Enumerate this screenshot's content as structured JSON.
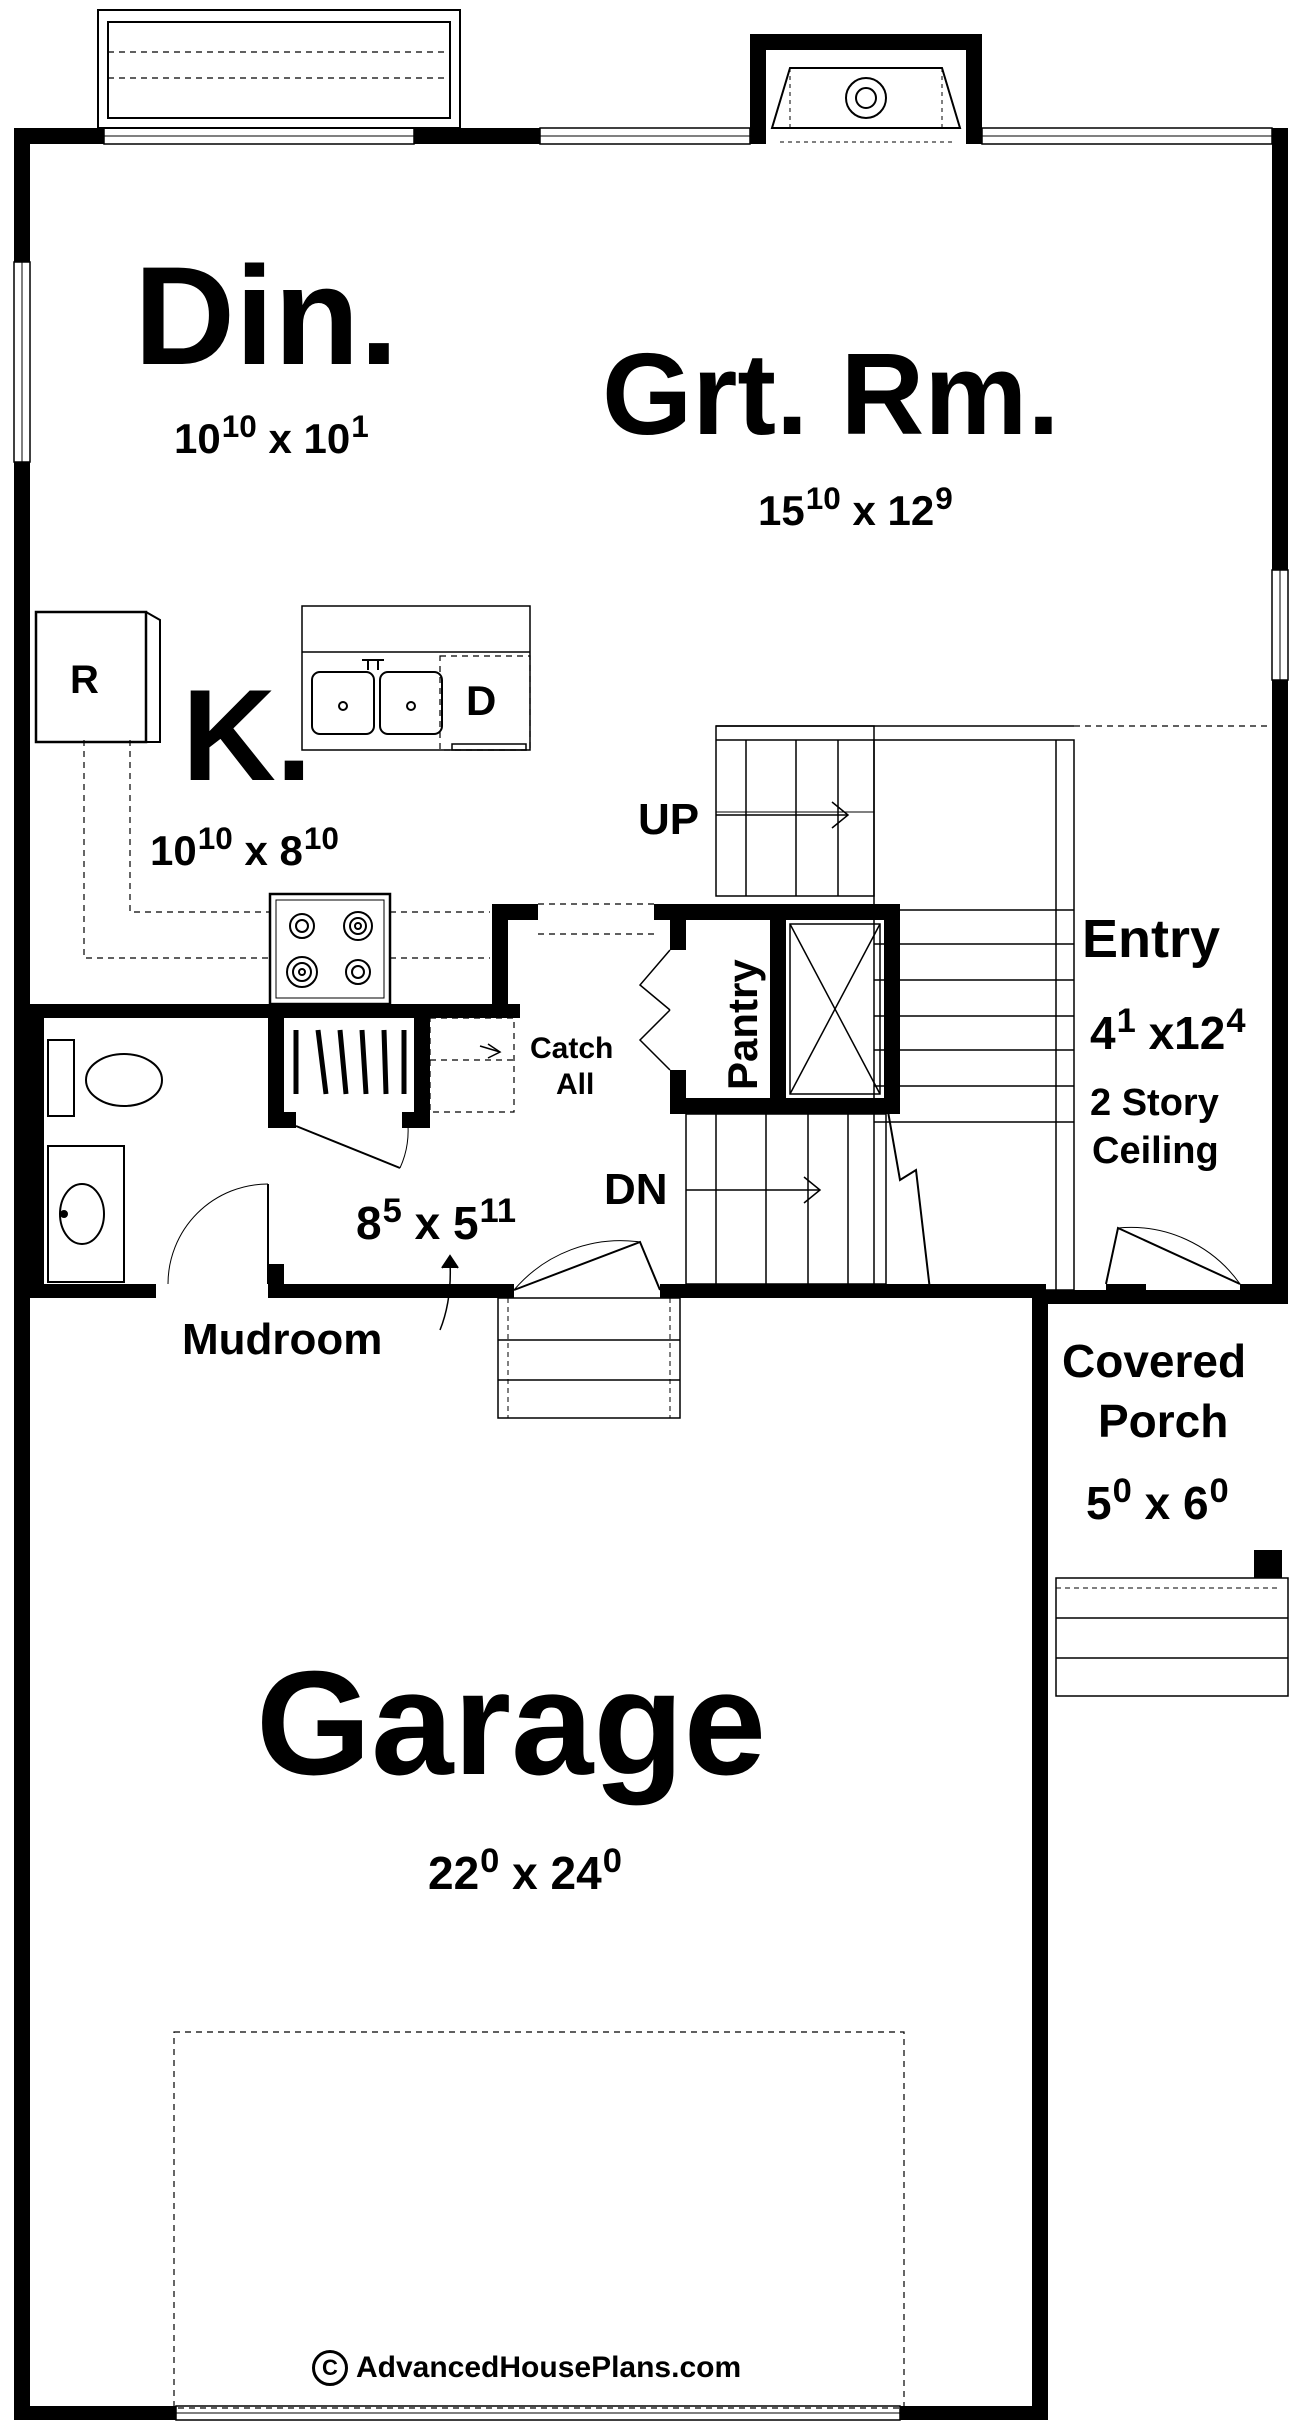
{
  "rooms": {
    "dining": {
      "name": "Din.",
      "width": "10",
      "width_in": "10",
      "depth": "10",
      "depth_in": "1"
    },
    "great": {
      "name": "Grt. Rm.",
      "width": "15",
      "width_in": "10",
      "depth": "12",
      "depth_in": "9"
    },
    "kitchen": {
      "name": "K.",
      "width": "10",
      "width_in": "10",
      "depth": "8",
      "depth_in": "10"
    },
    "entry": {
      "name": "Entry",
      "width": "4",
      "width_in": "1",
      "depth": "12",
      "depth_in": "4",
      "note_1": "2 Story",
      "note_2": "Ceiling"
    },
    "mudroom": {
      "name": "Mudroom",
      "width": "8",
      "width_in": "5",
      "depth": "5",
      "depth_in": "11"
    },
    "porch": {
      "name_1": "Covered",
      "name_2": "Porch",
      "width": "5",
      "width_in": "0",
      "depth": "6",
      "depth_in": "0"
    },
    "garage": {
      "name": "Garage",
      "width": "22",
      "width_in": "0",
      "depth": "24",
      "depth_in": "0"
    }
  },
  "fixtures": {
    "refrigerator": "R",
    "dishwasher": "D",
    "pantry": "Pantry",
    "catch_all_1": "Catch",
    "catch_all_2": "All"
  },
  "stairs": {
    "up": "UP",
    "down": "DN"
  },
  "dimension_separator": "x",
  "copyright": {
    "symbol": "C",
    "text": "AdvancedHousePlans.com"
  }
}
